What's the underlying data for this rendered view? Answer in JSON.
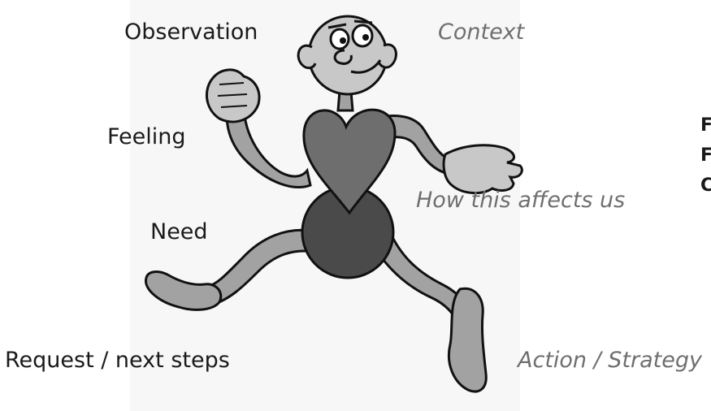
{
  "labels": {
    "observation": "Observation",
    "context": "Context",
    "feeling": "Feeling",
    "how_affects": "How this affects us",
    "need": "Need",
    "request": "Request / next steps",
    "action": "Action / Strategy"
  },
  "cut_off_text": [
    "F",
    "F",
    "C"
  ],
  "colors": {
    "heart": "#6e6e6e",
    "belly": "#4a4a4a",
    "limbs": "#a2a2a2",
    "head": "#c8c8c8",
    "outline": "#111111",
    "italic_text": "#6f6f6f"
  }
}
